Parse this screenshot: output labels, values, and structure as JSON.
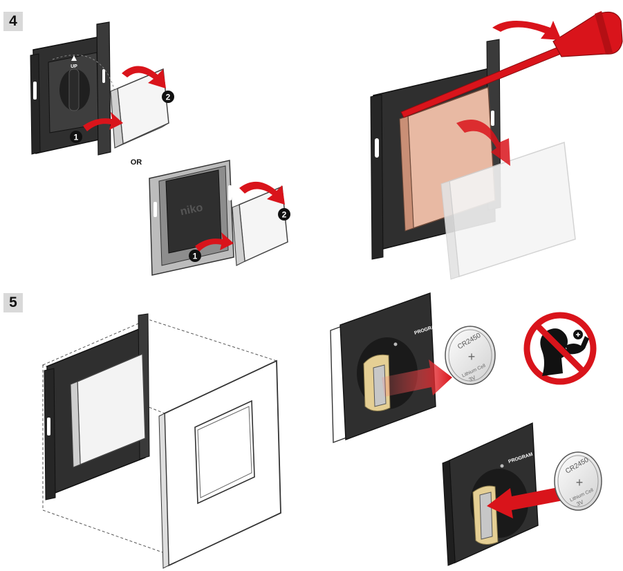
{
  "steps": [
    {
      "number": "4"
    },
    {
      "number": "5"
    }
  ],
  "or_label": "OR",
  "callouts": [
    "1",
    "2"
  ],
  "module_labels": {
    "up": "UP",
    "brand": "niko",
    "program": "PROGRAM"
  },
  "battery": {
    "model": "CR2450",
    "plus": "+",
    "type": "Lithium Cell",
    "voltage": "3V"
  },
  "colors": {
    "arrow_red": "#d9141b",
    "frame_dark": "#2e2e2e",
    "badge_bg": "#d9d9d9",
    "cover_peach": "#e8b9a3",
    "warning_red": "#d9141b"
  },
  "icons": [
    "curved-arrow-icon",
    "screwdriver-icon",
    "no-children-warning-icon"
  ]
}
